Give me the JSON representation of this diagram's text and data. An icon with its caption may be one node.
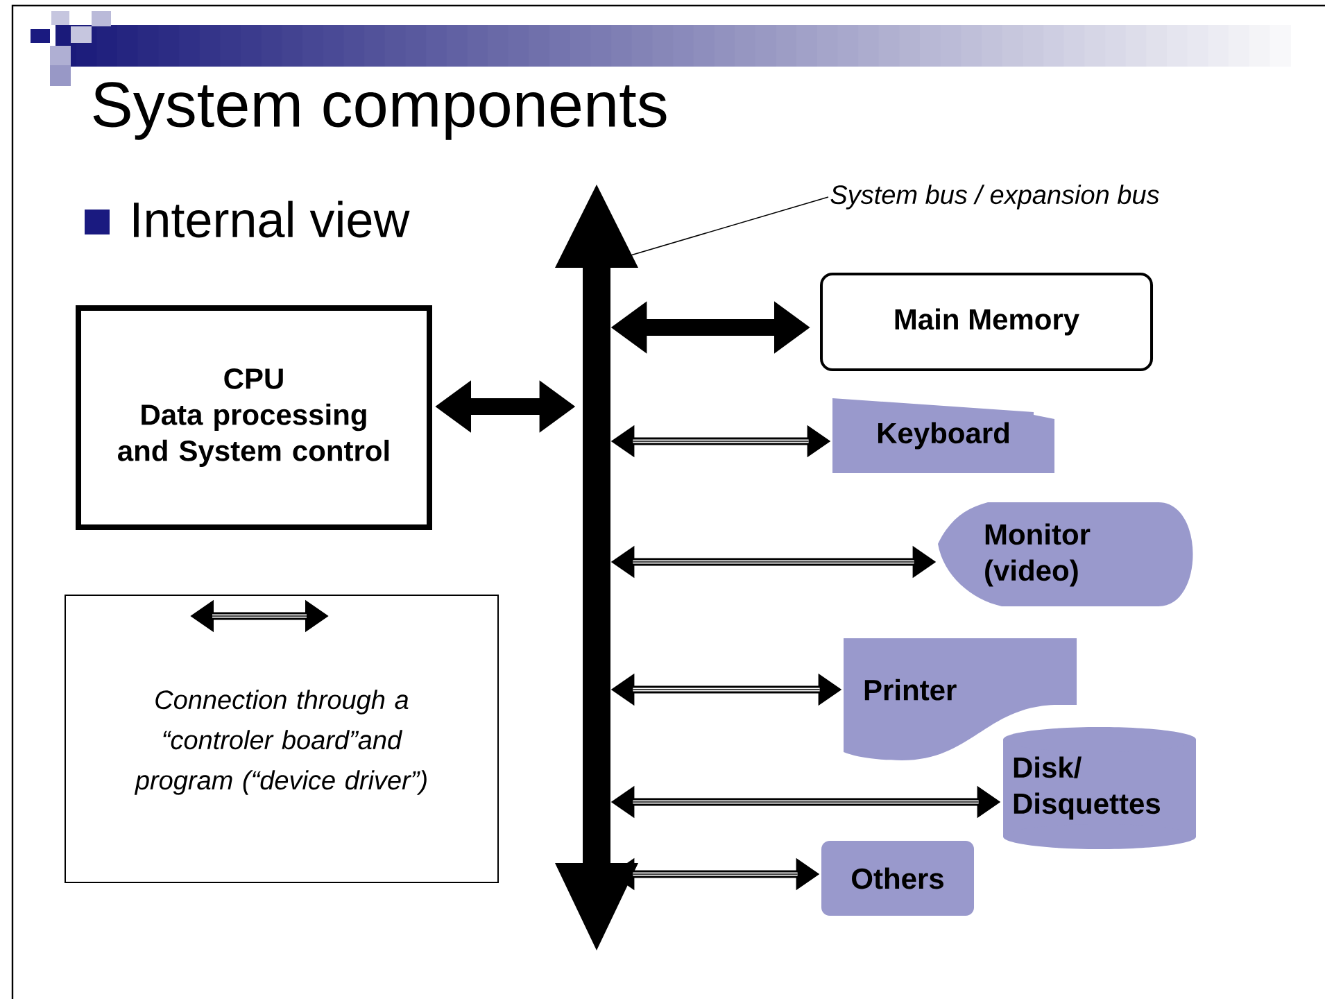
{
  "diagram": {
    "title": "System components",
    "nodes": [
      {
        "text": [
          "CPU",
          "Data processing and System control"
        ]
      },
      {
        "text": [],
        "shape": "bar"
      },
      {
        "text": [
          "System bus / expansion bus"
        ]
      },
      {
        "text": [
          "Main Memory"
        ]
      },
      {
        "text": [
          "Keyboard"
        ]
      },
      {
        "text": [
          "Monitor (video)"
        ]
      },
      {
        "text": [
          "Printer"
        ]
      },
      {
        "text": [
          "Disk/ Disquettes"
        ]
      },
      {
        "text": [
          "Others"
        ]
      }
    ],
    "edges": [
      {
        "from": 0,
        "to": 1,
        "arrow": "both",
        "style": "thick"
      },
      {
        "from": 1,
        "to": 3,
        "arrow": "both",
        "style": "thick"
      },
      {
        "from": 1,
        "to": 4,
        "arrow": "both"
      },
      {
        "from": 1,
        "to": 5,
        "arrow": "both"
      },
      {
        "from": 1,
        "to": 6,
        "arrow": "both"
      },
      {
        "from": 1,
        "to": 7,
        "arrow": "both"
      },
      {
        "from": 1,
        "to": 8,
        "arrow": "both"
      },
      {
        "from": 2,
        "to": 1,
        "arrow": "none"
      }
    ],
    "labels": [
      "Internal view"
    ],
    "legend": [
      {
        "text": "Connection through a “controler board”and program (“device driver”)"
      }
    ]
  }
}
